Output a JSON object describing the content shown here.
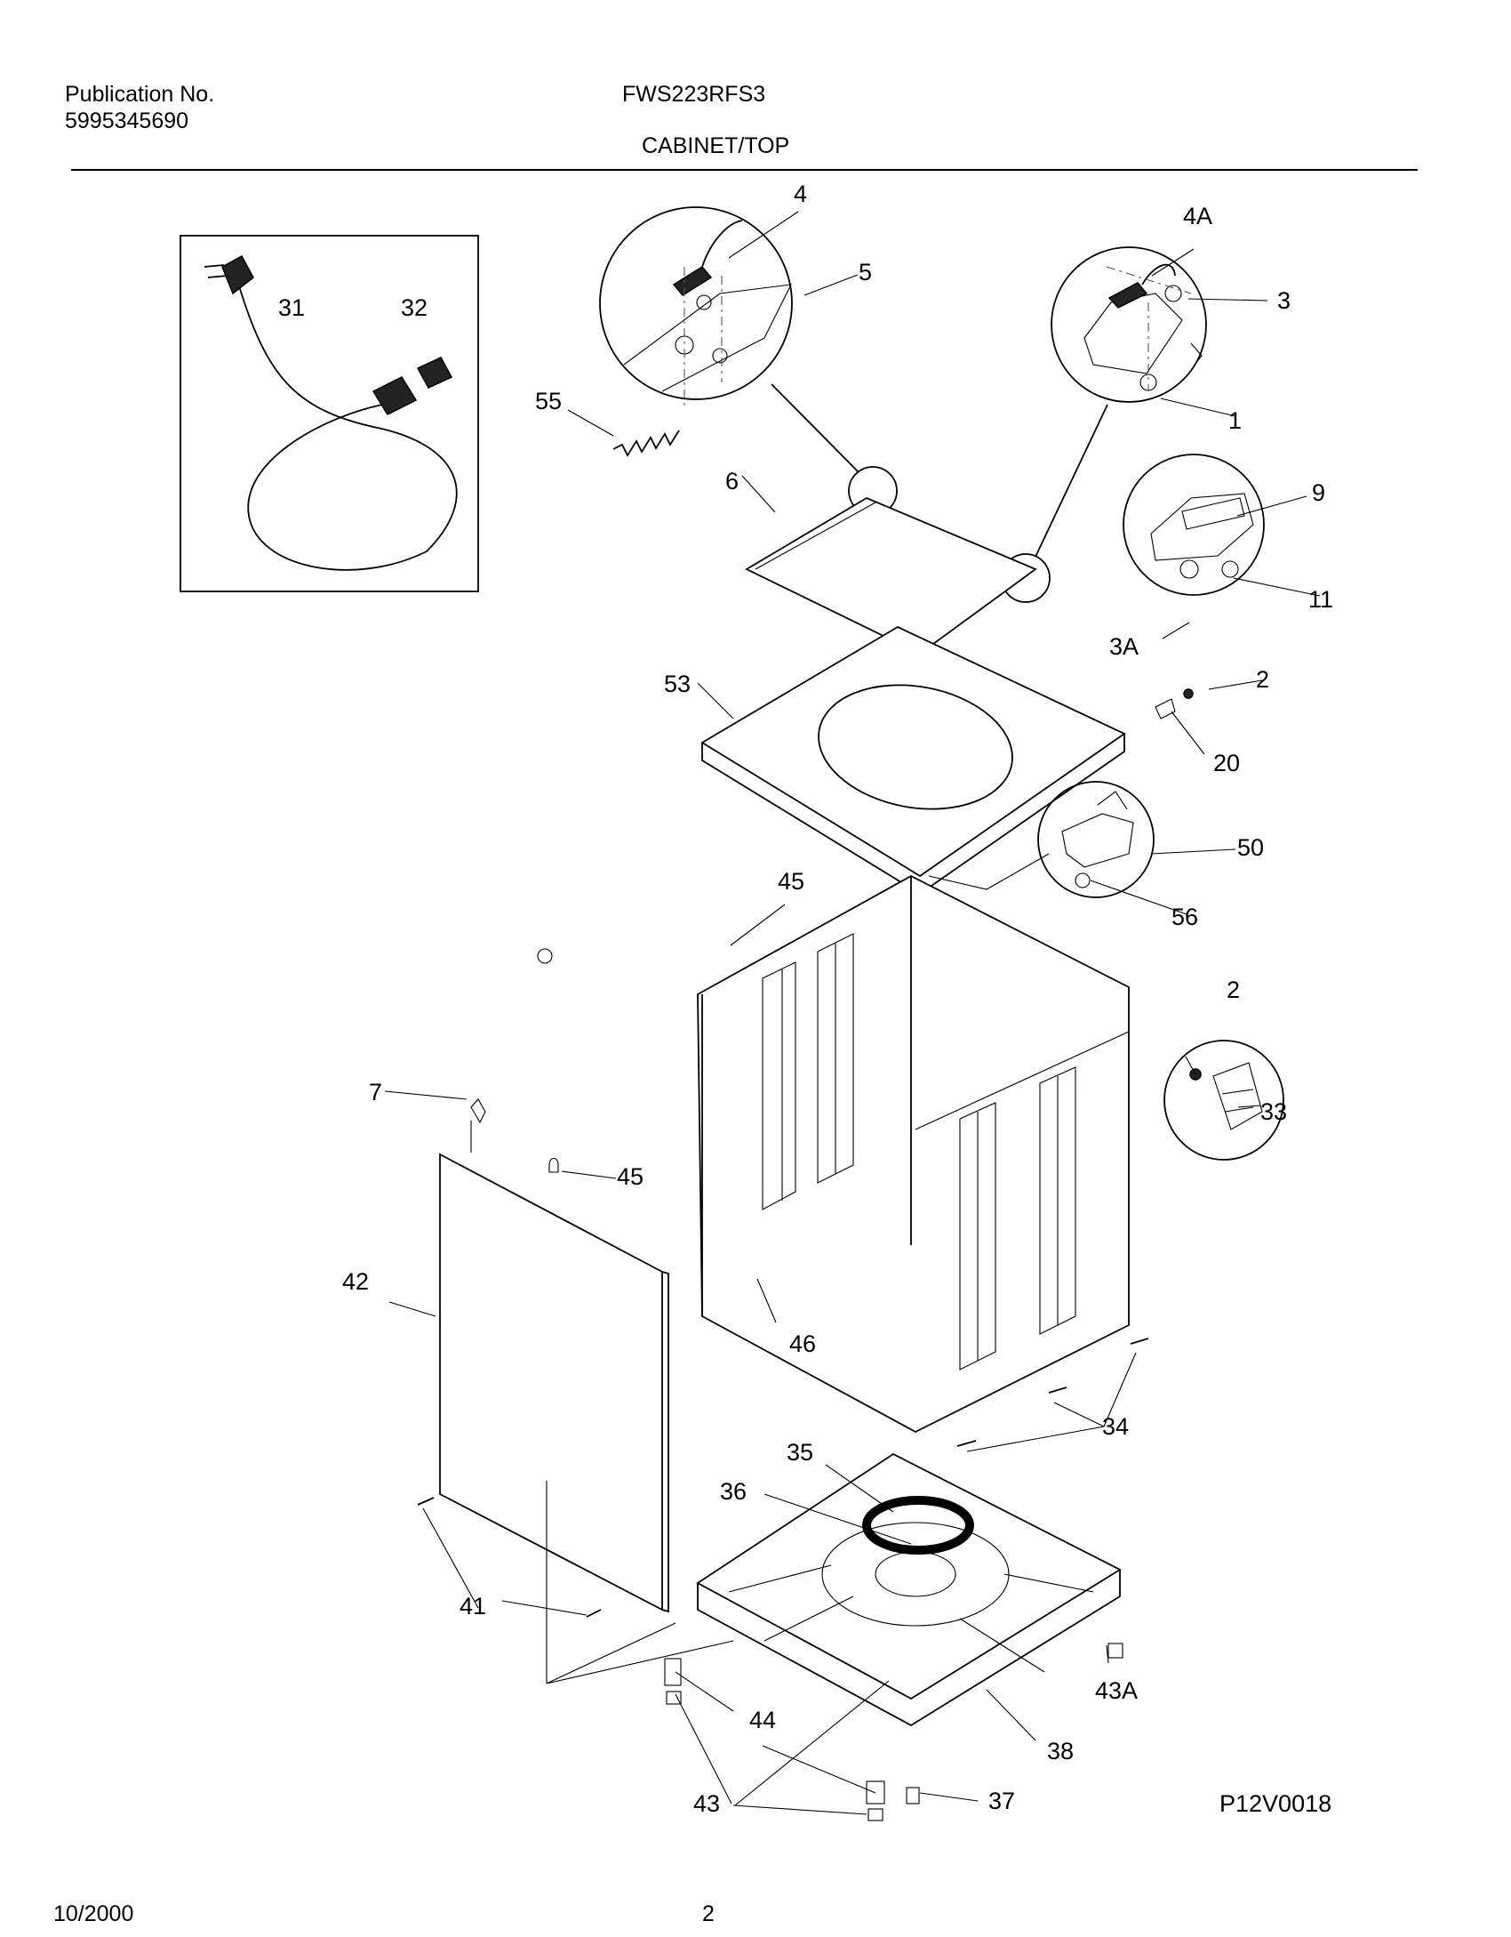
{
  "header": {
    "publication_label": "Publication No.",
    "publication_number": "5995345690",
    "model": "FWS223RFS3",
    "section": "CABINET/TOP"
  },
  "footer": {
    "date": "10/2000",
    "page": "2"
  },
  "diagram_code": "P12V0018",
  "callouts": [
    "1",
    "2",
    "2",
    "3",
    "3A",
    "4",
    "4A",
    "5",
    "6",
    "7",
    "9",
    "11",
    "20",
    "31",
    "32",
    "33",
    "34",
    "35",
    "36",
    "37",
    "38",
    "41",
    "42",
    "43",
    "43A",
    "44",
    "45",
    "45",
    "46",
    "50",
    "53",
    "55",
    "56"
  ]
}
